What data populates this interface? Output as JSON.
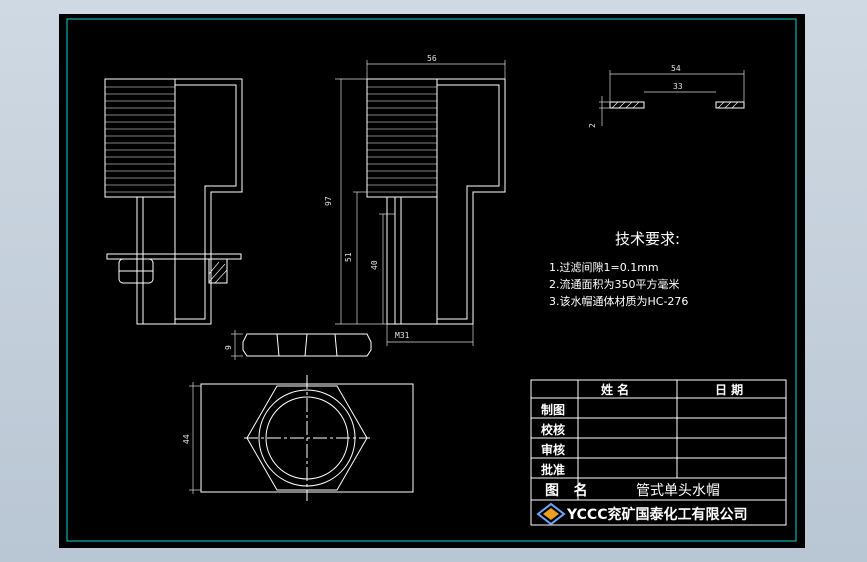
{
  "drawing": {
    "dimensions": {
      "width_56": "56",
      "width_54": "54",
      "width_33": "33",
      "thickness_2": "2",
      "height_97": "97",
      "height_51": "51",
      "height_40": "40",
      "thread": "M31",
      "nut_thickness": "9",
      "hex_size": "44"
    },
    "tech_requirements": {
      "title": "技术要求:",
      "items": [
        "1.过滤间隙1=0.1mm",
        "2.流通面积为350平方毫米",
        "3.该水帽通体材质为HC-276"
      ]
    },
    "title_block": {
      "col_name": "姓 名",
      "col_date": "日 期",
      "rows": [
        "制图",
        "校核",
        "审核",
        "批准"
      ],
      "figure_label": "图   名",
      "figure_name": "管式单头水帽",
      "company": "YCCC兖矿国泰化工有限公司"
    },
    "colors": {
      "background": "#000000",
      "lines": "#ffffff",
      "border": "#00d8d8"
    }
  }
}
